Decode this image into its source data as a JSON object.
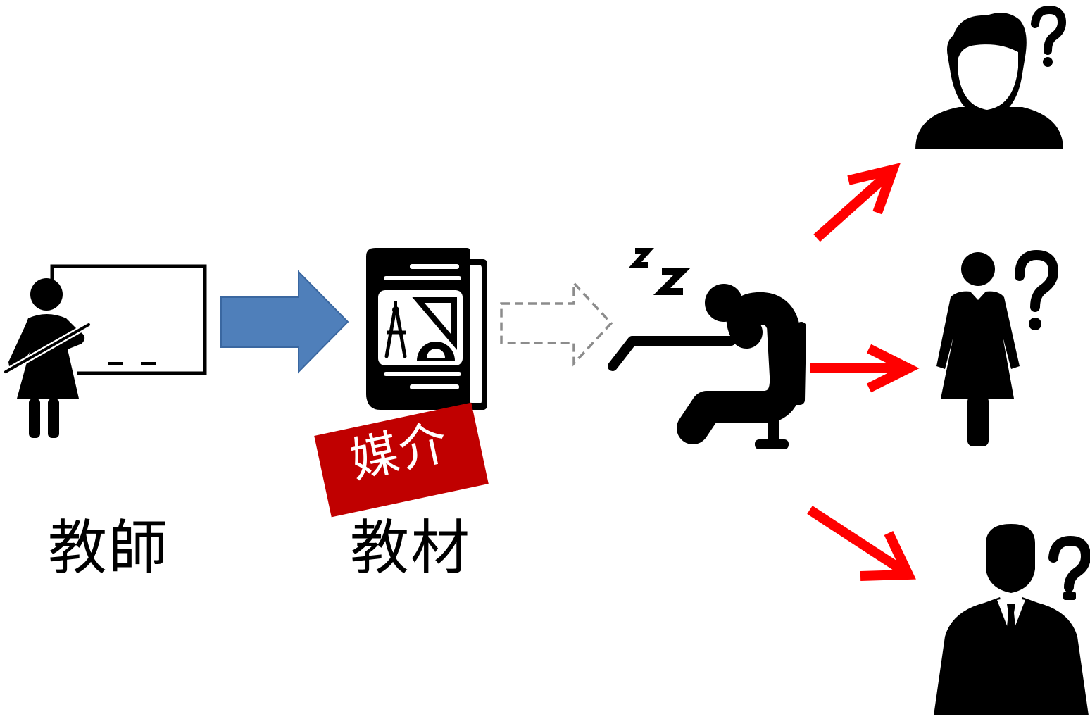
{
  "labels": {
    "teacher": "教師",
    "material": "教材",
    "medium": "媒介"
  },
  "icons": {
    "teacher": "teacher-at-whiteboard-icon",
    "textbook": "geometry-textbook-icon",
    "sleeping_student": "sleeping-student-icon",
    "confused_man": "confused-man-icon",
    "confused_woman": "confused-woman-icon",
    "confused_businessman": "confused-businessman-icon"
  },
  "colors": {
    "icon": "#000000",
    "arrow_blue": "#4f7fba",
    "arrow_blue_border": "#3a67a0",
    "arrow_dashed": "#8c8c8c",
    "arrow_red": "#ff0000",
    "badge": "#c00000",
    "badge_text": "#ffffff"
  },
  "flows": [
    {
      "from": "teacher",
      "to": "textbook",
      "style": "solid-blue"
    },
    {
      "from": "textbook",
      "to": "sleeping_student",
      "style": "dashed-gray"
    },
    {
      "from": "sleeping_student",
      "to": "confused_man",
      "style": "red"
    },
    {
      "from": "sleeping_student",
      "to": "confused_woman",
      "style": "red"
    },
    {
      "from": "sleeping_student",
      "to": "confused_businessman",
      "style": "red"
    }
  ]
}
